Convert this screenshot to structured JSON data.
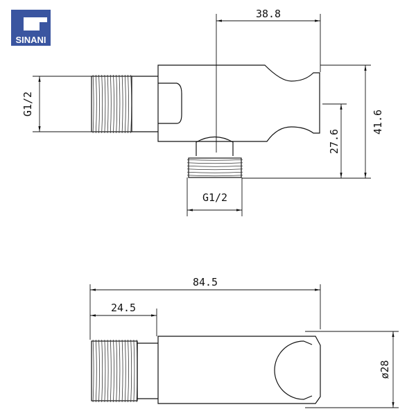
{
  "logo": {
    "text": "SINANI",
    "color": "#3a55a0"
  },
  "top_view": {
    "dim_width": "38.8",
    "dim_height_total": "41.6",
    "dim_height_outlet": "27.6",
    "thread_inlet": "G1/2",
    "thread_outlet": "G1/2"
  },
  "bottom_view": {
    "dim_length_total": "84.5",
    "dim_thread_length": "24.5",
    "dim_holder_diameter": "ø28"
  }
}
